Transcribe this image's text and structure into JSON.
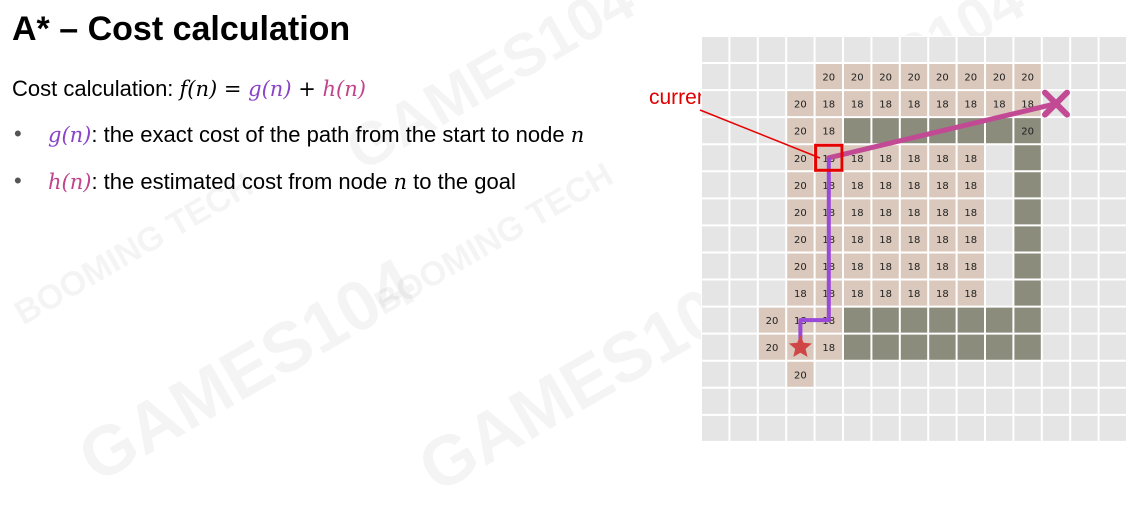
{
  "slide": {
    "title": "A* – Cost calculation",
    "cost_line_text": "Cost calculation: ",
    "cost_formula": {
      "f": "f(n)",
      "eq": " = ",
      "g": "g(n)",
      "plus": " + ",
      "h": "h(n)"
    },
    "bullet_symbol": "•",
    "bullets": [
      {
        "term": "g(n)",
        "text": ": the exact cost of the path from the start to node ",
        "var": "n"
      },
      {
        "term": "h(n)",
        "text": ": the estimated cost from node ",
        "var": "n",
        "text2": " to the goal"
      }
    ],
    "callout_label": "current node"
  },
  "watermarks": [
    "GAMES104",
    "BOOMING TECH",
    "GAMES104",
    "BOOMING TECH",
    "GAMES104",
    "GAMES104"
  ],
  "grid": {
    "rows": 15,
    "cols": 15,
    "colors": {
      "grid_bg": "#e5e5e5",
      "line": "#ffffff",
      "open": "#d9c8bb",
      "closed": "#8b8c7c",
      "path": "#9a48d8",
      "heuristic": "#c24a95",
      "current": "#e60000",
      "start": "#d04545",
      "goal": "#c24a95"
    },
    "wall_cells": [
      [
        3,
        5
      ],
      [
        3,
        6
      ],
      [
        3,
        7
      ],
      [
        3,
        8
      ],
      [
        3,
        9
      ],
      [
        3,
        10
      ],
      [
        3,
        11
      ],
      [
        4,
        11
      ],
      [
        5,
        11
      ],
      [
        6,
        11
      ],
      [
        7,
        11
      ],
      [
        8,
        11
      ],
      [
        9,
        11
      ],
      [
        10,
        11
      ],
      [
        10,
        5
      ],
      [
        10,
        6
      ],
      [
        10,
        7
      ],
      [
        10,
        8
      ],
      [
        10,
        9
      ],
      [
        10,
        10
      ],
      [
        11,
        5
      ],
      [
        11,
        6
      ],
      [
        11,
        7
      ],
      [
        11,
        8
      ],
      [
        11,
        9
      ],
      [
        11,
        10
      ],
      [
        11,
        11
      ]
    ],
    "open_cells": [
      {
        "r": 1,
        "c": 4,
        "v": "20"
      },
      {
        "r": 1,
        "c": 5,
        "v": "20"
      },
      {
        "r": 1,
        "c": 6,
        "v": "20"
      },
      {
        "r": 1,
        "c": 7,
        "v": "20"
      },
      {
        "r": 1,
        "c": 8,
        "v": "20"
      },
      {
        "r": 1,
        "c": 9,
        "v": "20"
      },
      {
        "r": 1,
        "c": 10,
        "v": "20"
      },
      {
        "r": 1,
        "c": 11,
        "v": "20"
      },
      {
        "r": 2,
        "c": 3,
        "v": "20"
      },
      {
        "r": 2,
        "c": 4,
        "v": "18"
      },
      {
        "r": 2,
        "c": 5,
        "v": "18"
      },
      {
        "r": 2,
        "c": 6,
        "v": "18"
      },
      {
        "r": 2,
        "c": 7,
        "v": "18"
      },
      {
        "r": 2,
        "c": 8,
        "v": "18"
      },
      {
        "r": 2,
        "c": 9,
        "v": "18"
      },
      {
        "r": 2,
        "c": 10,
        "v": "18"
      },
      {
        "r": 2,
        "c": 11,
        "v": "18"
      },
      {
        "r": 3,
        "c": 3,
        "v": "20"
      },
      {
        "r": 3,
        "c": 4,
        "v": "18"
      },
      {
        "r": 3,
        "c": 11,
        "v": "20"
      },
      {
        "r": 4,
        "c": 3,
        "v": "20"
      },
      {
        "r": 4,
        "c": 4,
        "v": "18"
      },
      {
        "r": 4,
        "c": 5,
        "v": "18"
      },
      {
        "r": 4,
        "c": 6,
        "v": "18"
      },
      {
        "r": 4,
        "c": 7,
        "v": "18"
      },
      {
        "r": 4,
        "c": 8,
        "v": "18"
      },
      {
        "r": 4,
        "c": 9,
        "v": "18"
      },
      {
        "r": 5,
        "c": 3,
        "v": "20"
      },
      {
        "r": 5,
        "c": 4,
        "v": "18"
      },
      {
        "r": 5,
        "c": 5,
        "v": "18"
      },
      {
        "r": 5,
        "c": 6,
        "v": "18"
      },
      {
        "r": 5,
        "c": 7,
        "v": "18"
      },
      {
        "r": 5,
        "c": 8,
        "v": "18"
      },
      {
        "r": 5,
        "c": 9,
        "v": "18"
      },
      {
        "r": 6,
        "c": 3,
        "v": "20"
      },
      {
        "r": 6,
        "c": 4,
        "v": "18"
      },
      {
        "r": 6,
        "c": 5,
        "v": "18"
      },
      {
        "r": 6,
        "c": 6,
        "v": "18"
      },
      {
        "r": 6,
        "c": 7,
        "v": "18"
      },
      {
        "r": 6,
        "c": 8,
        "v": "18"
      },
      {
        "r": 6,
        "c": 9,
        "v": "18"
      },
      {
        "r": 7,
        "c": 3,
        "v": "20"
      },
      {
        "r": 7,
        "c": 4,
        "v": "18"
      },
      {
        "r": 7,
        "c": 5,
        "v": "18"
      },
      {
        "r": 7,
        "c": 6,
        "v": "18"
      },
      {
        "r": 7,
        "c": 7,
        "v": "18"
      },
      {
        "r": 7,
        "c": 8,
        "v": "18"
      },
      {
        "r": 7,
        "c": 9,
        "v": "18"
      },
      {
        "r": 8,
        "c": 3,
        "v": "20"
      },
      {
        "r": 8,
        "c": 4,
        "v": "18"
      },
      {
        "r": 8,
        "c": 5,
        "v": "18"
      },
      {
        "r": 8,
        "c": 6,
        "v": "18"
      },
      {
        "r": 8,
        "c": 7,
        "v": "18"
      },
      {
        "r": 8,
        "c": 8,
        "v": "18"
      },
      {
        "r": 8,
        "c": 9,
        "v": "18"
      },
      {
        "r": 9,
        "c": 3,
        "v": "18"
      },
      {
        "r": 9,
        "c": 4,
        "v": "18"
      },
      {
        "r": 9,
        "c": 5,
        "v": "18"
      },
      {
        "r": 9,
        "c": 6,
        "v": "18"
      },
      {
        "r": 9,
        "c": 7,
        "v": "18"
      },
      {
        "r": 9,
        "c": 8,
        "v": "18"
      },
      {
        "r": 9,
        "c": 9,
        "v": "18"
      },
      {
        "r": 10,
        "c": 2,
        "v": "20"
      },
      {
        "r": 10,
        "c": 3,
        "v": "18"
      },
      {
        "r": 10,
        "c": 4,
        "v": "18"
      },
      {
        "r": 11,
        "c": 2,
        "v": "20"
      },
      {
        "r": 11,
        "c": 3,
        "v": ""
      },
      {
        "r": 11,
        "c": 4,
        "v": "18"
      },
      {
        "r": 12,
        "c": 3,
        "v": "20"
      }
    ],
    "path_cells": [
      [
        11,
        3
      ],
      [
        10,
        3
      ],
      [
        10,
        4
      ],
      [
        9,
        4
      ],
      [
        8,
        4
      ],
      [
        7,
        4
      ],
      [
        6,
        4
      ],
      [
        5,
        4
      ],
      [
        4,
        4
      ]
    ],
    "current_cell": [
      4,
      4
    ],
    "start_cell": [
      11,
      3
    ],
    "goal_cell": [
      2,
      12
    ]
  }
}
